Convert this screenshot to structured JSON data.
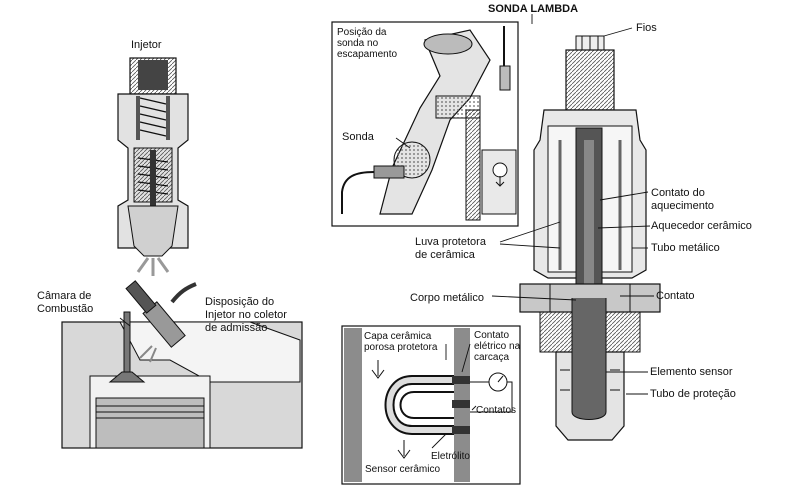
{
  "labels": {
    "injetor": "Injetor",
    "camara": "Câmara de\nCombustão",
    "disposicao": "Disposição do\nInjetor no coletor\nde admissão",
    "sonda_lambda": "SONDA LAMBDA",
    "posicao": "Posição da\nsonda no\nescapamento",
    "sonda": "Sonda",
    "fios": "Fios",
    "contato_aquec": "Contato do\naquecimento",
    "aquecedor": "Aquecedor cerâmico",
    "luva": "Luva protetora\nde cerâmica",
    "tubo_metalico": "Tubo metálico",
    "corpo_metalico": "Corpo metálico",
    "contato": "Contato",
    "elemento_sensor": "Elemento sensor",
    "tubo_protecao": "Tubo de proteção",
    "capa": "Capa cerâmica\nporosa protetora",
    "contato_eletrico": "Contato\nelétrico na\ncarcaça",
    "contatos": "Contatos",
    "eletrolito": "Eletrólito",
    "sensor_ceramico": "Sensor cerâmico"
  },
  "colors": {
    "ink": "#111111",
    "mid": "#8a8a8a",
    "light": "#cfcfcf",
    "dark": "#3a3a3a"
  }
}
